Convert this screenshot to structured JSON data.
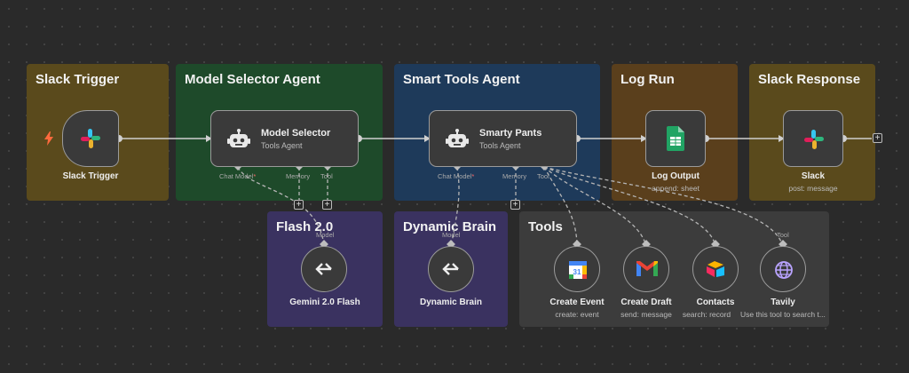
{
  "groups": {
    "slack_trigger": "Slack Trigger",
    "model_selector": "Model Selector Agent",
    "smart_tools": "Smart Tools Agent",
    "log_run": "Log Run",
    "slack_response": "Slack Response",
    "flash": "Flash 2.0",
    "dynamic_brain": "Dynamic Brain",
    "tools": "Tools"
  },
  "nodes": {
    "slack_trigger": {
      "label": "Slack Trigger",
      "icon": "slack-icon"
    },
    "model_selector": {
      "name": "Model Selector",
      "sub": "Tools Agent",
      "icon": "robot-icon"
    },
    "smarty_pants": {
      "name": "Smarty Pants",
      "sub": "Tools Agent",
      "icon": "robot-icon"
    },
    "log_output": {
      "label": "Log Output",
      "sub": "append: sheet",
      "icon": "google-sheets-icon"
    },
    "slack": {
      "label": "Slack",
      "sub": "post: message",
      "icon": "slack-icon"
    },
    "gemini": {
      "label": "Gemini 2.0 Flash",
      "icon": "model-selector-icon"
    },
    "dynamic_brain": {
      "label": "Dynamic Brain",
      "icon": "model-selector-icon"
    },
    "create_event": {
      "label": "Create Event",
      "sub": "create: event",
      "icon": "google-calendar-icon"
    },
    "create_draft": {
      "label": "Create Draft",
      "sub": "send: message",
      "icon": "gmail-icon"
    },
    "contacts": {
      "label": "Contacts",
      "sub": "search: record",
      "icon": "airtable-icon"
    },
    "tavily": {
      "label": "Tavily",
      "sub": "Use this tool to search t...",
      "icon": "globe-icon"
    }
  },
  "ports": {
    "chat_model": "Chat Model",
    "required_mark": "*",
    "memory": "Memory",
    "tool": "Tool",
    "model": "Model"
  },
  "colors": {
    "slack_trigger": "#5a4a1c",
    "model_selector": "#1e4a2a",
    "smart_tools": "#1e3a5a",
    "log_run": "#5a3f1c",
    "slack_response": "#5a4a1c",
    "flash": "#3a3260",
    "dynamic_brain": "#3a3260",
    "tools": "#3c3c3c"
  }
}
